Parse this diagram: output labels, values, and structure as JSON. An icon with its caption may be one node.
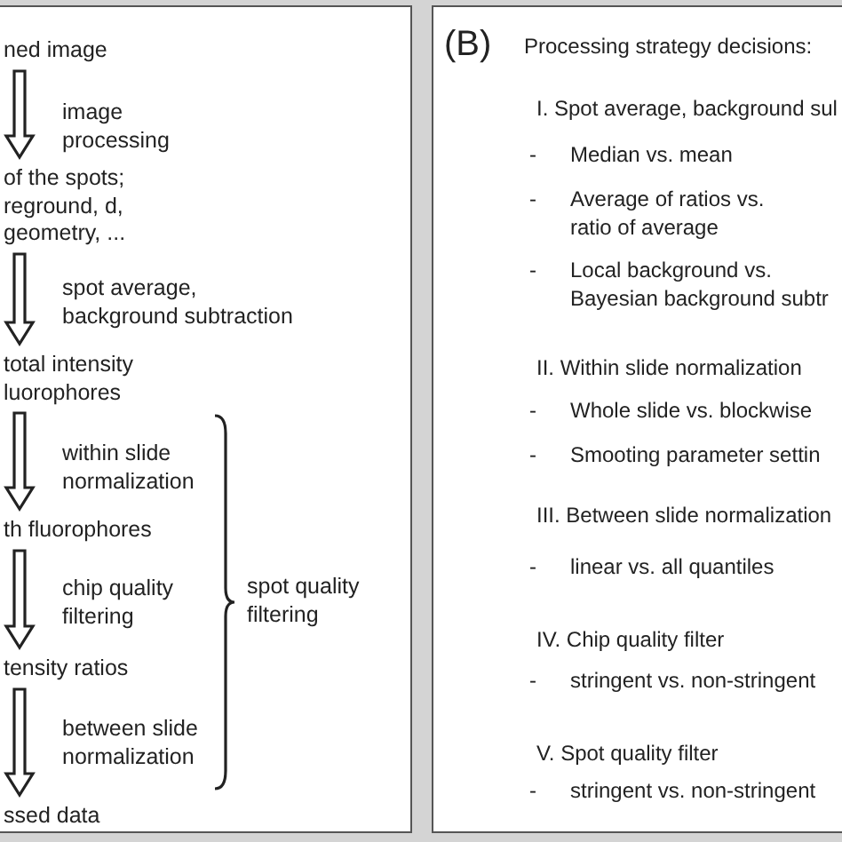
{
  "diagram": {
    "nodes": [
      {
        "text": [],
        "shape": "box"
      },
      {
        "text": [
          "ned image"
        ],
        "in": 0
      },
      {
        "text": [
          "of the spots; reground, d, geometry, ..."
        ],
        "in": 0
      },
      {
        "text": [
          "total intensity luorophores"
        ],
        "in": 0
      },
      {
        "text": [
          "th fluorophores"
        ],
        "in": 0
      },
      {
        "text": [
          "tensity ratios"
        ],
        "in": 0
      },
      {
        "text": [
          "ssed data"
        ],
        "in": 0
      },
      {
        "text": [
          "(B)",
          "Processing strategy decisions:",
          "I. Spot average, background sul",
          "-",
          "Median vs. mean",
          "-",
          "Average of ratios vs. ratio of average",
          "-",
          "Local background vs. Bayesian background subtr",
          "II. Within slide normalization",
          "-",
          "Whole slide vs. blockwise",
          "-",
          "Smooting parameter settin",
          "III. Between slide normalization",
          "-",
          "linear vs. all quantiles",
          "IV. Chip quality filter",
          "-",
          "stringent vs. non-stringent",
          "V. Spot quality filter",
          "-",
          "stringent vs. non-stringent"
        ]
      }
    ],
    "edges": [
      {
        "from": 1,
        "to": 2,
        "arrow": "to",
        "label": "image processing"
      },
      {
        "from": 2,
        "to": 3,
        "arrow": "to",
        "label": "spot average, background subtraction"
      },
      {
        "from": 3,
        "to": 4,
        "arrow": "to",
        "label": "within slide normalization"
      },
      {
        "from": 4,
        "to": 5,
        "arrow": "to",
        "label": "chip quality filtering"
      },
      {
        "from": 5,
        "to": 6,
        "arrow": "to",
        "label": "between slide normalization"
      }
    ],
    "labels": [
      "spot quality filtering"
    ]
  }
}
